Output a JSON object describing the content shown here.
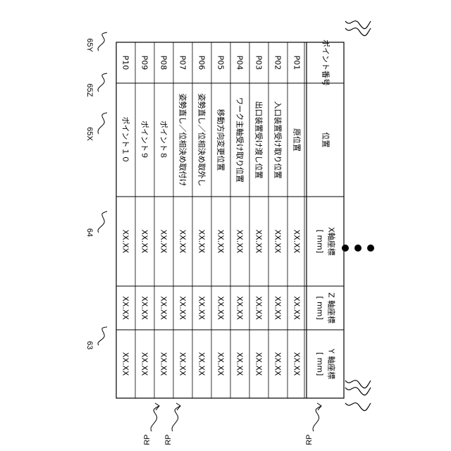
{
  "table": {
    "headers": {
      "point_no": "ポイント番号",
      "position": "位置",
      "x_label": "X軸座標",
      "x_unit": "[ mm]",
      "z_label": "Z 軸座標",
      "z_unit": "[ mm]",
      "y_label": "Y 軸座標",
      "y_unit": "[ mm]"
    },
    "rows": [
      {
        "no": "P01",
        "position": "原位置",
        "x": "XX.XX",
        "z": "XX.XX",
        "y": "XX.XX"
      },
      {
        "no": "P02",
        "position": "入口装置受け取り位置",
        "x": "XX.XX",
        "z": "XX.XX",
        "y": "XX.XX"
      },
      {
        "no": "P03",
        "position": "出口装置受け渡し位置",
        "x": "XX.XX",
        "z": "XX.XX",
        "y": "XX.XX"
      },
      {
        "no": "P04",
        "position": "ワーク主軸受け取り位置",
        "x": "XX.XX",
        "z": "XX.XX",
        "y": "XX.XX"
      },
      {
        "no": "P05",
        "position": "移動方向変更位置",
        "x": "XX.XX",
        "z": "XX.XX",
        "y": "XX.XX"
      },
      {
        "no": "P06",
        "position": "姿勢直し／位相決め取外し",
        "x": "XX.XX",
        "z": "XX.XX",
        "y": "XX.XX"
      },
      {
        "no": "P07",
        "position": "姿勢直し／位相決め取付け",
        "x": "XX.XX",
        "z": "XX.XX",
        "y": "XX.XX"
      },
      {
        "no": "P08",
        "position": "ポイント８",
        "x": "XX.XX",
        "z": "XX.XX",
        "y": "XX.XX"
      },
      {
        "no": "P09",
        "position": "ポイント９",
        "x": "XX.XX",
        "z": "XX.XX",
        "y": "XX.XX"
      },
      {
        "no": "P10",
        "position": "ポイント１０",
        "x": "XX.XX",
        "z": "XX.XX",
        "y": "XX.XX"
      }
    ]
  },
  "callouts": {
    "col_point_no": "63",
    "col_position": "64",
    "col_x": "65X",
    "col_z": "65Z",
    "col_y": "65Y",
    "row_marker_1": "RP",
    "row_marker_2": "RP",
    "row_marker_3": "RP"
  }
}
